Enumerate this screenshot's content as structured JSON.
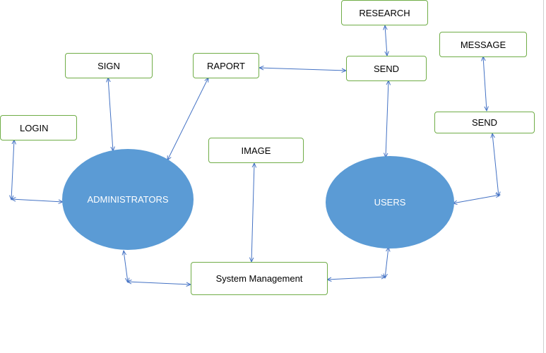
{
  "diagram": {
    "nodes": {
      "research": "RESEARCH",
      "message": "MESSAGE",
      "sign": "SIGN",
      "raport": "RAPORT",
      "send_top": "SEND",
      "send_right": "SEND",
      "login": "LOGIN",
      "image": "IMAGE",
      "administrators": "ADMINISTRATORS",
      "users": "USERS",
      "system_management": "System Management"
    },
    "colors": {
      "ellipse_fill": "#5b9bd5",
      "box_border": "#70ad47",
      "arrow": "#4472c4"
    }
  }
}
